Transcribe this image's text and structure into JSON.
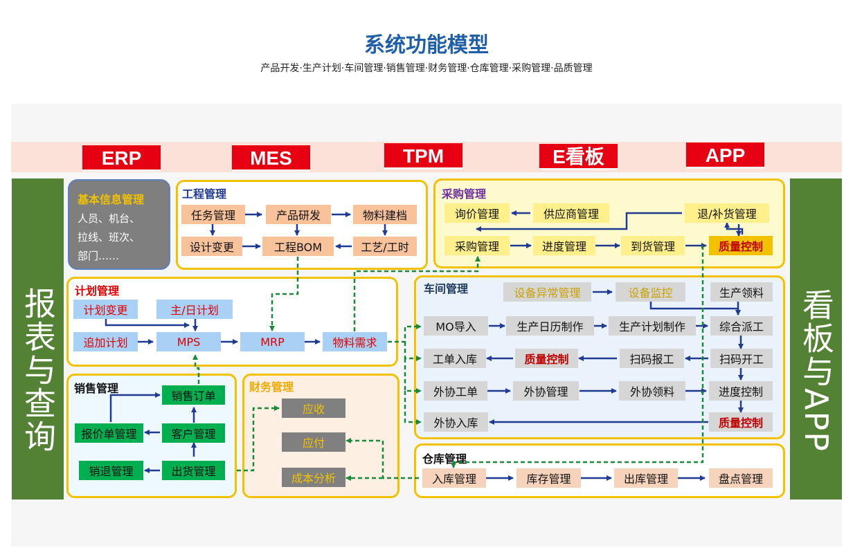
{
  "header": {
    "title": "系统功能模型",
    "subtitle": "产品开发·生产计划·车间管理·销售管理·财务管理·仓库管理·采购管理·品质管理"
  },
  "systems": [
    "ERP",
    "MES",
    "TPM",
    "E看板",
    "APP"
  ],
  "sidebars": {
    "left": "报表与查询",
    "right": "看板与APP"
  },
  "basic_info": {
    "title": "基本信息管理",
    "items": [
      "人员、机台、",
      "拉线、班次、",
      "部门……"
    ]
  },
  "engineering": {
    "title": "工程管理",
    "task_mgmt": "任务管理",
    "product_rd": "产品研发",
    "material_archive": "物料建档",
    "design_change": "设计变更",
    "eng_bom": "工程BOM",
    "process_hours": "工艺/工时"
  },
  "purchasing": {
    "title": "采购管理",
    "inquiry": "询价管理",
    "supplier": "供应商管理",
    "return_replenish": "退/补货管理",
    "purchase": "采购管理",
    "progress": "进度管理",
    "arrival": "到货管理",
    "quality": "质量控制"
  },
  "planning": {
    "title": "计划管理",
    "plan_change": "计划变更",
    "master_daily": "主/日计划",
    "add_plan": "追加计划",
    "mps": "MPS",
    "mrp": "MRP",
    "material_demand": "物料需求"
  },
  "workshop": {
    "title": "车间管理",
    "equip_abnormal": "设备异常管理",
    "equip_monitor": "设备监控",
    "prod_pick": "生产领料",
    "mo_import": "MO导入",
    "prod_calendar": "生产日历制作",
    "prod_plan": "生产计划制作",
    "dispatch": "综合派工",
    "work_order_in": "工单入库",
    "quality_1": "质量控制",
    "scan_report": "扫码报工",
    "scan_start": "扫码开工",
    "outsource_order": "外协工单",
    "outsource_mgmt": "外协管理",
    "outsource_pick": "外协领料",
    "progress_ctrl": "进度控制",
    "outsource_in": "外协入库",
    "quality_2": "质量控制"
  },
  "sales": {
    "title": "销售管理",
    "sales_order": "销售订单",
    "quote": "报价单管理",
    "customer": "客户管理",
    "sales_return": "销退管理",
    "shipping": "出货管理"
  },
  "finance": {
    "title": "财务管理",
    "receivable": "应收",
    "payable": "应付",
    "cost_analysis": "成本分析"
  },
  "warehouse": {
    "title": "仓库管理",
    "inbound": "入库管理",
    "inventory": "库存管理",
    "outbound": "出库管理",
    "stocktake": "盘点管理"
  },
  "colors": {
    "title_blue": "#1f5ea8",
    "system_red": "#e60012",
    "sidebar_green": "#548235",
    "panel_border": "#f2c200",
    "arrow_blue": "#1f3a93",
    "dash_green": "#1a8a3a"
  }
}
